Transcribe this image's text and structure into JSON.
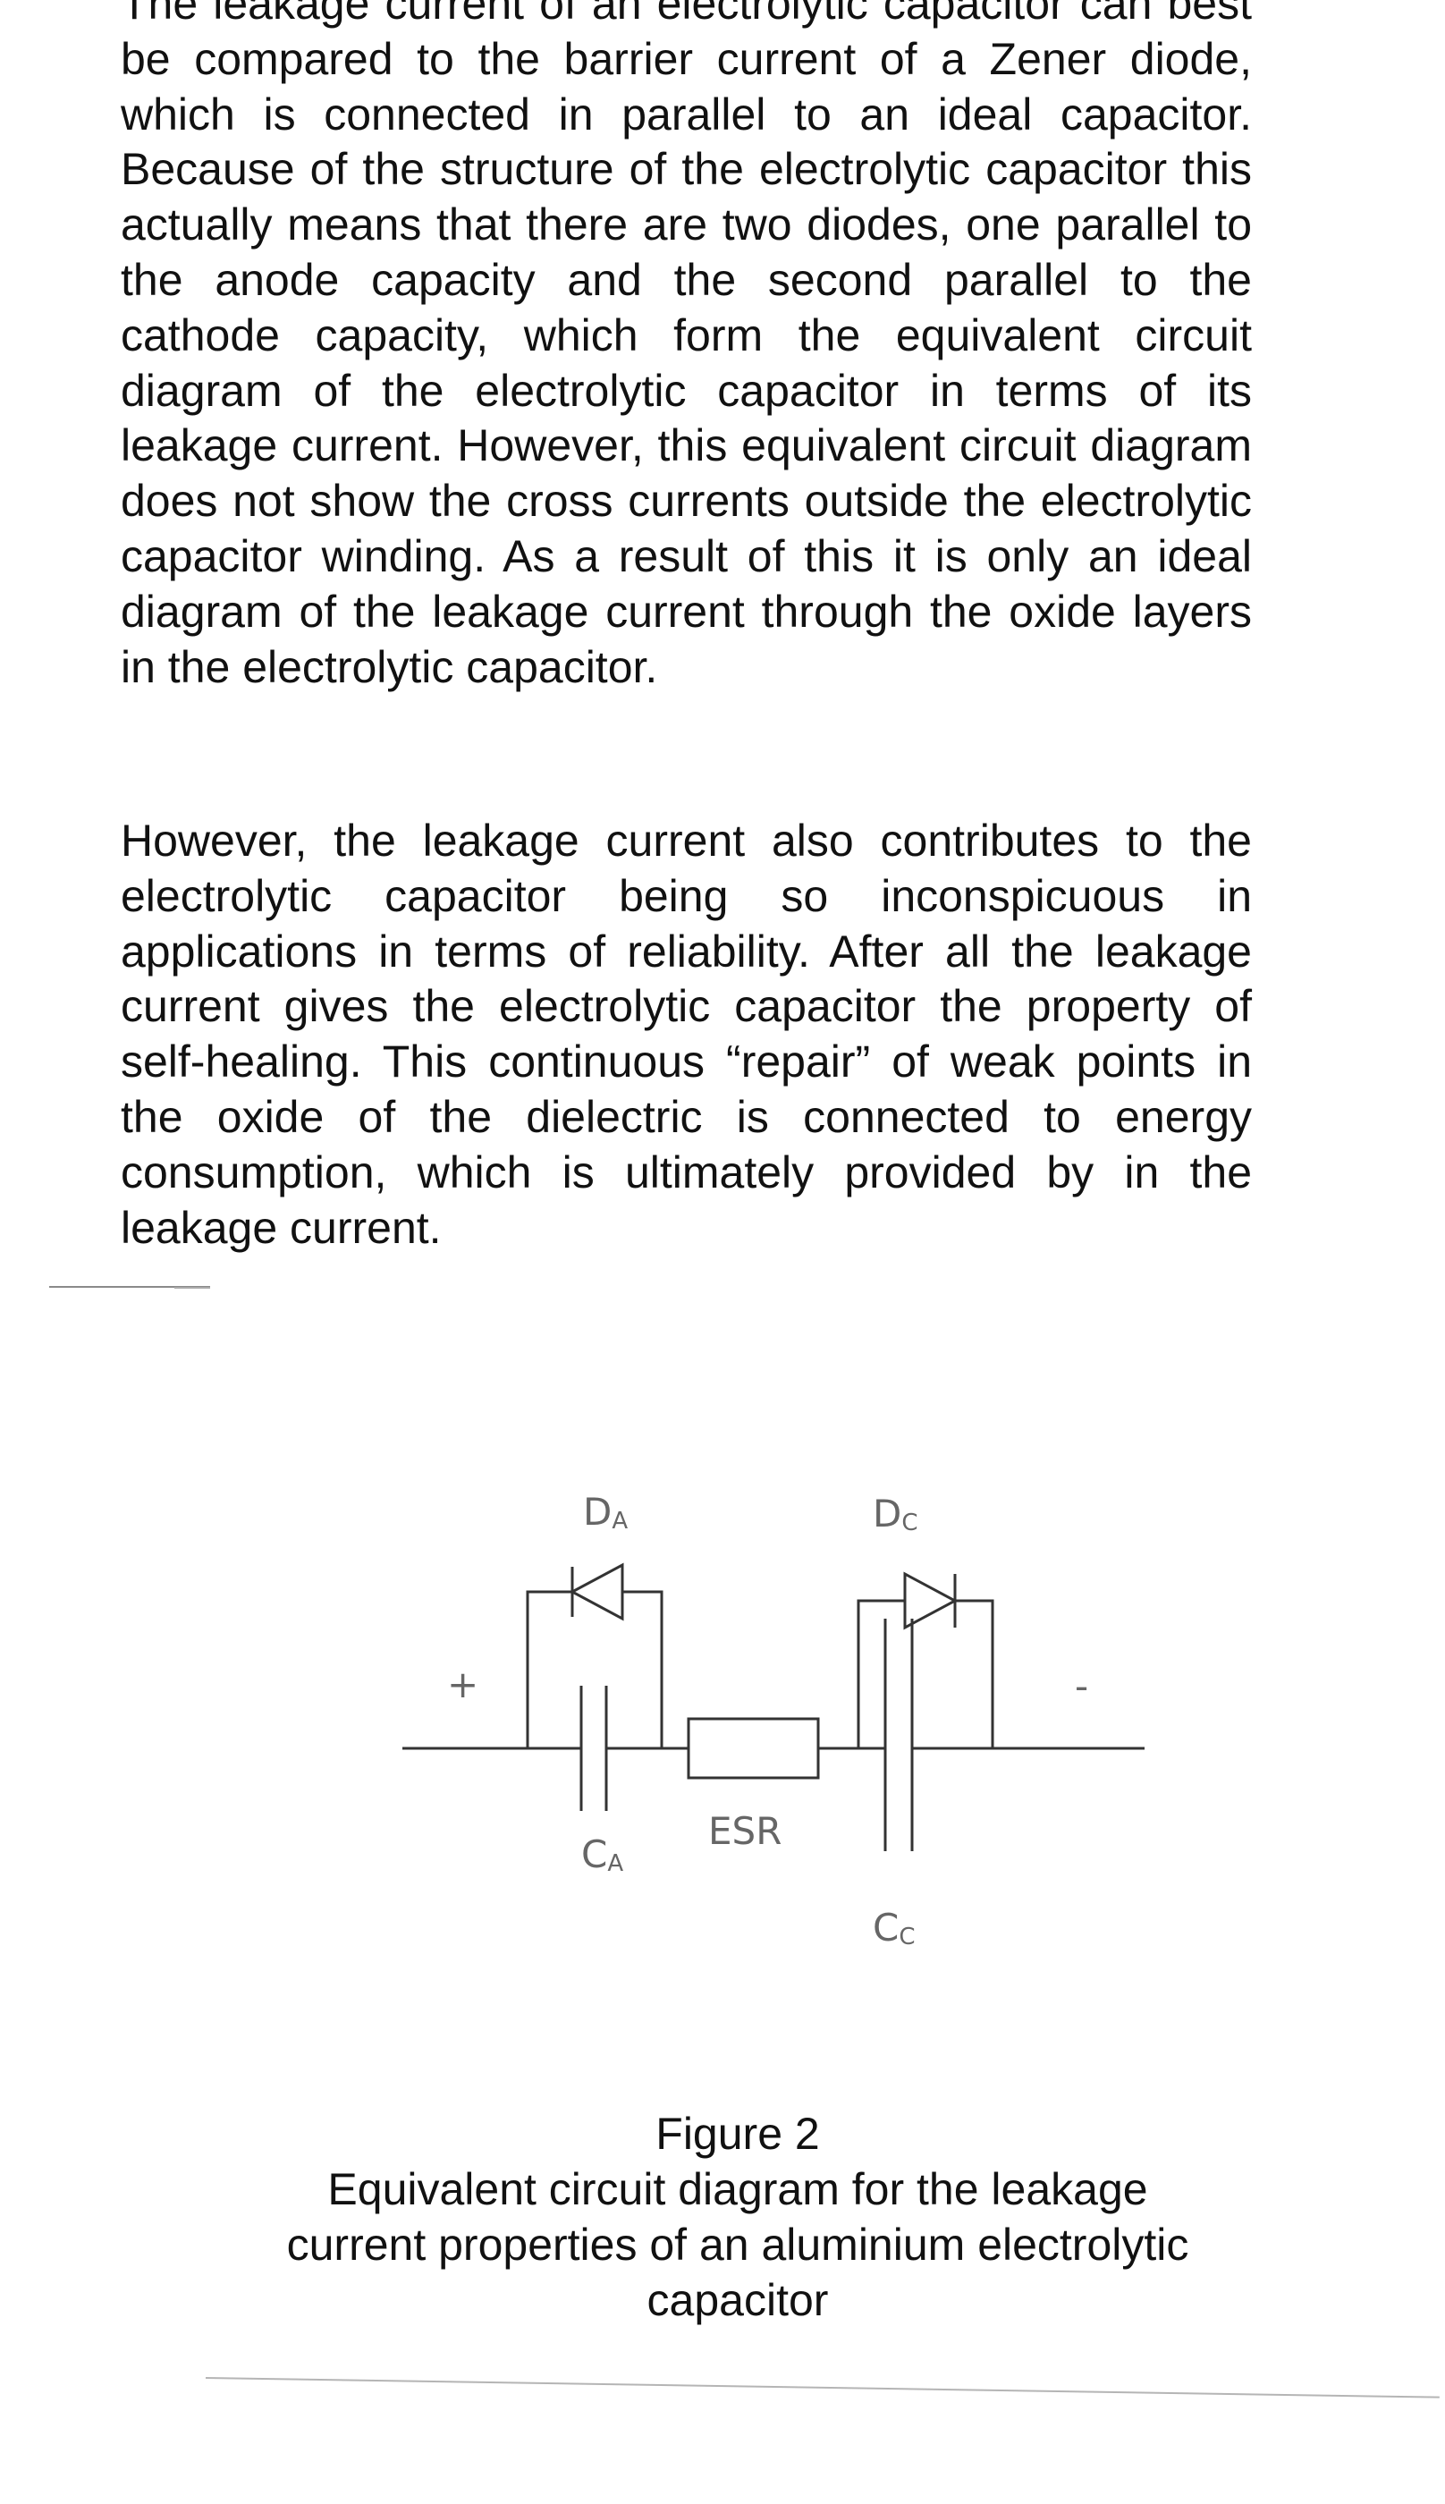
{
  "paragraphs": [
    "The leakage current of an electrolytic capacitor can best be compared to the barrier current of a Zener diode, which is connected in parallel to an ideal capacitor. Because of the structure of the electrolytic capacitor this actually means that there are two diodes, one parallel to the anode capacity and the second parallel to the cathode capacity, which form the equivalent circuit diagram of the electrolytic capacitor in terms of its leakage current. However, this equivalent circuit diagram does not show the cross currents outside the electrolytic capacitor winding. As a result of this it is only an ideal diagram of the leakage current through the oxide layers in the electrolytic capacitor.",
    "However, the leakage current also contributes to the electrolytic capacitor being so inconspicuous in applications in terms of reliability. After all the leakage current gives the electrolytic capacitor the property of self-healing. This continuous “repair” of weak points in the oxide of the dielectric is connected to energy consumption, which is ultimately provided by in the leakage current."
  ],
  "diagram": {
    "plus_terminal": "+",
    "minus_terminal": "-",
    "diode_anode": {
      "main": "D",
      "sub": "A"
    },
    "diode_cathode": {
      "main": "D",
      "sub": "C"
    },
    "cap_anode": {
      "main": "C",
      "sub": "A"
    },
    "cap_cathode": {
      "main": "C",
      "sub": "C"
    },
    "resistor": "ESR"
  },
  "figure": {
    "title": "Figure 2",
    "caption": "Equivalent circuit diagram for the leakage current properties of an aluminium electrolytic capacitor"
  }
}
